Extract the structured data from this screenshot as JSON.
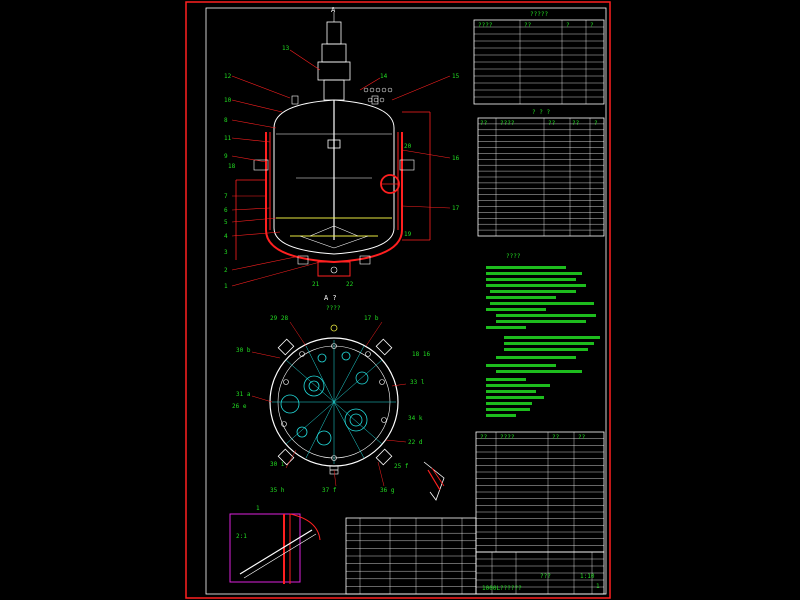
{
  "drawing": {
    "section_label": "A",
    "view_label": "A  ?",
    "view_sub": "????",
    "detail_label": "1",
    "detail_ratio": "2:1",
    "callouts_left": [
      "12",
      "10",
      "8",
      "11",
      "9",
      "7",
      "6",
      "5",
      "4",
      "3",
      "2",
      "1"
    ],
    "callouts_right": [
      "13",
      "14",
      "15",
      "16",
      "17",
      "18",
      "19",
      "20"
    ],
    "bottom_marks": [
      "21",
      "22"
    ],
    "plan_callouts": [
      "29 28",
      "30 b",
      "31 a",
      "30 i",
      "35 h",
      "37 f",
      "36 g",
      "22 d",
      "34 k",
      "33 l",
      "18 16",
      "17 b",
      "26 e",
      "25 f"
    ]
  },
  "tables": {
    "tech_title": "?????",
    "tech_headers": [
      "????",
      "??",
      "?",
      "?"
    ],
    "parts_title": "? ? ?",
    "parts_headers": [
      "??",
      "????",
      "??",
      "??",
      "?"
    ],
    "notes_title": "????",
    "nozzle_headers": [
      "??",
      "????",
      "??",
      "??"
    ],
    "title_block": {
      "drawing_no": "1000L??????",
      "name": "???",
      "scale": "1:10",
      "sheet": "1"
    }
  },
  "colors": {
    "frame": "#ff2020",
    "lines": "#ffffff",
    "text": "#22dd22",
    "cyan": "#22dddd",
    "yellow": "#e8e840",
    "magenta": "#dd22dd"
  }
}
